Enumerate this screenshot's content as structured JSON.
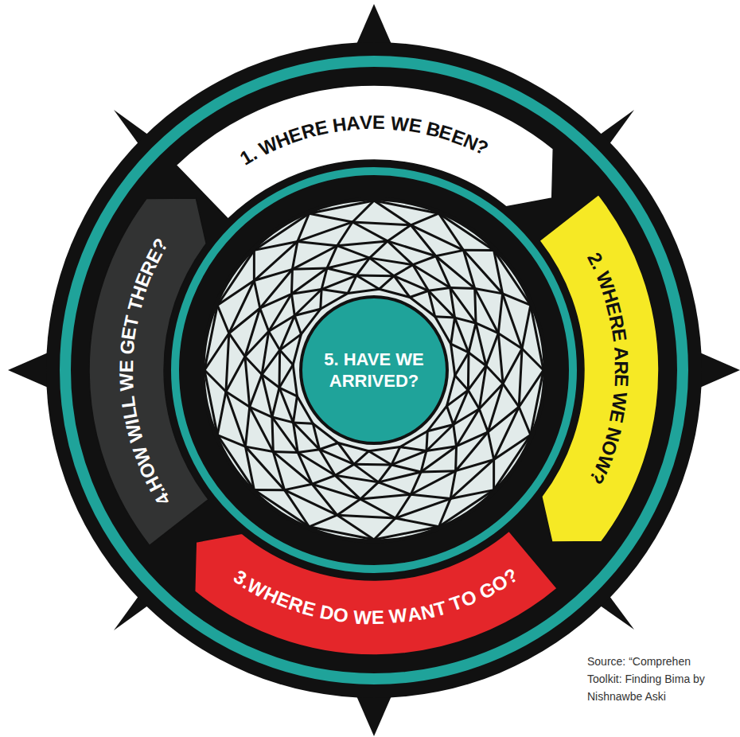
{
  "diagram": {
    "caption": "Source: “Comprehen Toolkit: Finding Bima by Nishnawbe Aski",
    "nodes": [
      {
        "text": [
          "1. WHERE HAVE WE BEEN?"
        ]
      },
      {
        "text": [
          "2. WHERE ARE WE NOW?"
        ]
      },
      {
        "text": [
          "3.WHERE DO WE WANT TO GO?"
        ]
      },
      {
        "text": [
          "4.HOW WILL WE GET THERE?"
        ]
      },
      {
        "text": [
          "5. HAVE WE ARRIVED?"
        ]
      }
    ]
  }
}
